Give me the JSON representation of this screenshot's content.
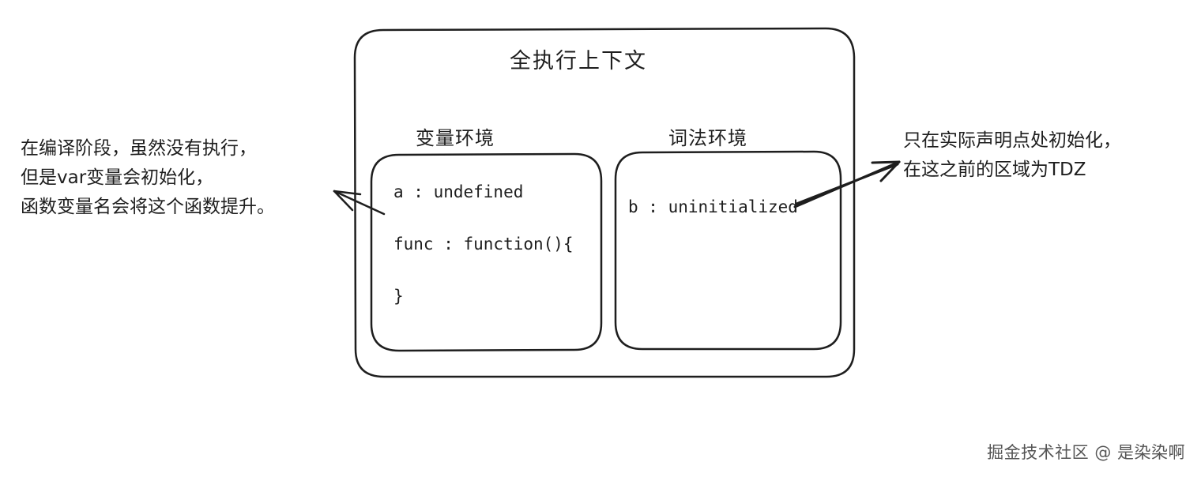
{
  "diagram": {
    "title": "全执行上下文",
    "variable_env": {
      "label": "变量环境",
      "lines": [
        "a : undefined",
        "func : function(){",
        "}"
      ]
    },
    "lexical_env": {
      "label": "词法环境",
      "lines": [
        "b : uninitialized"
      ]
    },
    "left_annotation": {
      "lines": [
        "在编译阶段，虽然没有执行，",
        "但是var变量会初始化，",
        "函数变量名会将这个函数提升。"
      ]
    },
    "right_annotation": {
      "lines": [
        "只在实际声明点处初始化，",
        "在这之前的区域为TDZ"
      ]
    },
    "watermark": "掘金技术社区 @ 是染染啊"
  },
  "colors": {
    "stroke": "#1e1e1e",
    "background": "#ffffff",
    "watermark": "#555555"
  }
}
